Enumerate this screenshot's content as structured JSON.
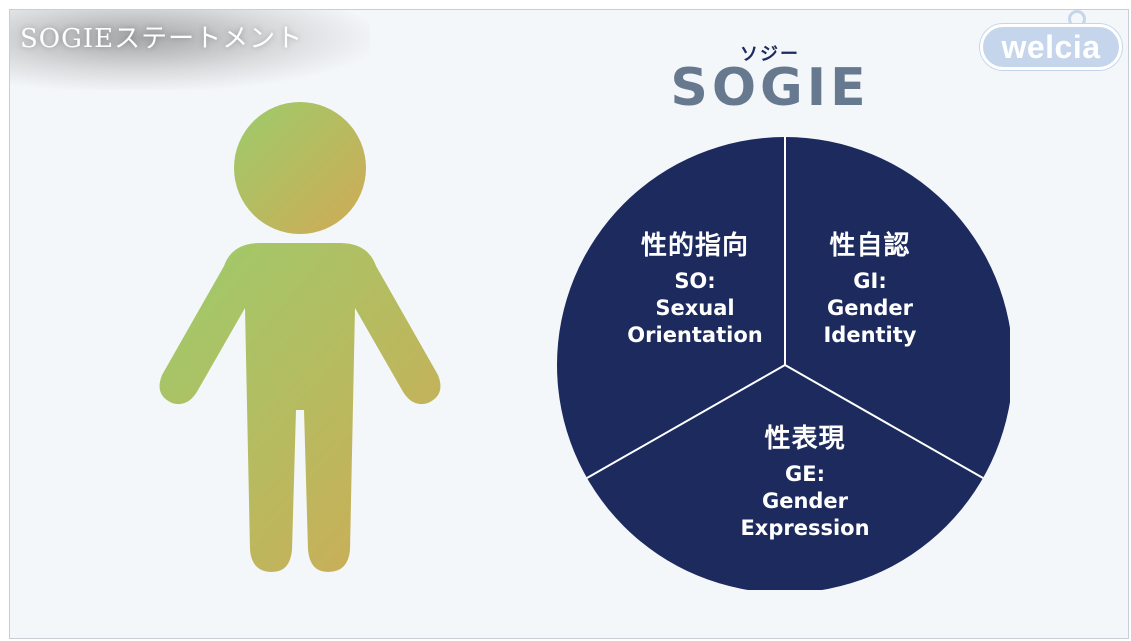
{
  "caption": {
    "text": "SOGIEステートメント"
  },
  "logo": {
    "text": "welcia"
  },
  "heading": {
    "ruby": "ソジー",
    "title": "SOGIE"
  },
  "segments": [
    {
      "jp": "性的指向",
      "en_line1": "SO:",
      "en_line2": "Sexual",
      "en_line3": "Orientation"
    },
    {
      "jp": "性自認",
      "en_line1": "GI:",
      "en_line2": "Gender",
      "en_line3": "Identity"
    },
    {
      "jp": "性表現",
      "en_line1": "GE:",
      "en_line2": "Gender",
      "en_line3": "Expression"
    }
  ],
  "colors": {
    "pie_fill": "#1c2a5e",
    "pie_divider": "#ffffff",
    "title": "#66798f",
    "figure_gradient_start": "#9ccc6b",
    "figure_gradient_end": "#d1aa55",
    "logo_bg": "#c5d6ec"
  },
  "icons": {
    "figure": "person-icon"
  }
}
